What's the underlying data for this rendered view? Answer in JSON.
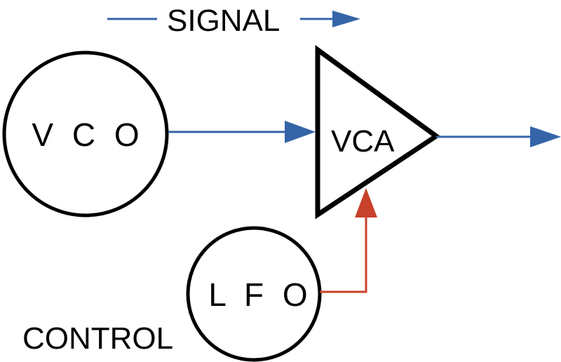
{
  "labels": {
    "signal": "SIGNAL",
    "control": "CONTROL",
    "vco": "V C O",
    "vca": "VCA",
    "lfo": "L F O"
  },
  "colors": {
    "signal": "#3565A8",
    "control": "#C8412A",
    "outline": "#000000",
    "background": "#FFFFFF"
  }
}
